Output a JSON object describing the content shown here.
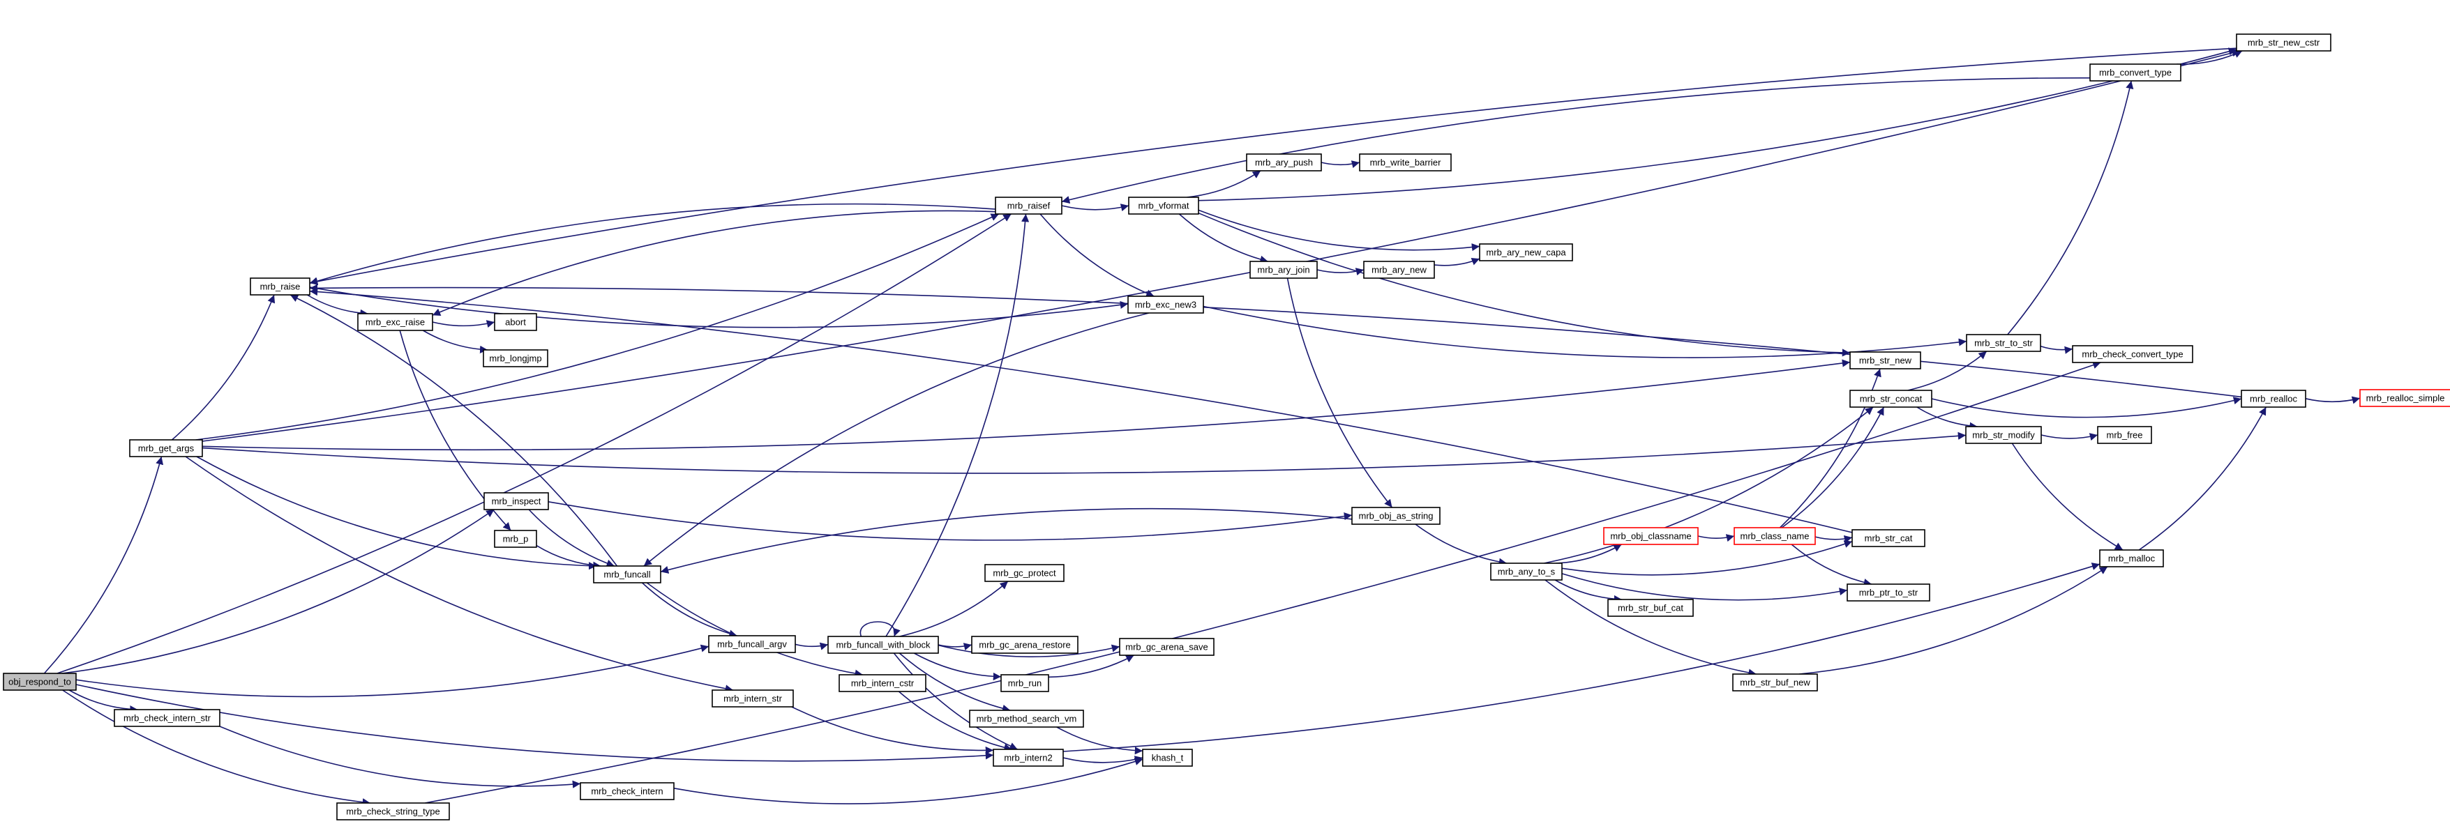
{
  "colors": {
    "edge": "#191970",
    "root_fill": "#bfbfbf",
    "truncated_border": "#ff0000",
    "node_border": "#000000"
  },
  "nodes": [
    {
      "id": "obj_respond_to",
      "label": "obj_respond_to",
      "root": true
    },
    {
      "id": "mrb_get_args",
      "label": "mrb_get_args"
    },
    {
      "id": "mrb_check_intern_str",
      "label": "mrb_check_intern_str"
    },
    {
      "id": "mrb_check_string_type",
      "label": "mrb_check_string_type"
    },
    {
      "id": "mrb_raise",
      "label": "mrb_raise"
    },
    {
      "id": "mrb_exc_raise",
      "label": "mrb_exc_raise"
    },
    {
      "id": "abort",
      "label": "abort"
    },
    {
      "id": "mrb_longjmp",
      "label": "mrb_longjmp"
    },
    {
      "id": "mrb_inspect",
      "label": "mrb_inspect"
    },
    {
      "id": "mrb_p",
      "label": "mrb_p"
    },
    {
      "id": "mrb_funcall",
      "label": "mrb_funcall"
    },
    {
      "id": "mrb_funcall_argv",
      "label": "mrb_funcall_argv"
    },
    {
      "id": "mrb_intern_str",
      "label": "mrb_intern_str"
    },
    {
      "id": "mrb_check_intern",
      "label": "mrb_check_intern"
    },
    {
      "id": "mrb_funcall_with_block",
      "label": "mrb_funcall_with_block"
    },
    {
      "id": "mrb_intern_cstr",
      "label": "mrb_intern_cstr"
    },
    {
      "id": "mrb_gc_protect",
      "label": "mrb_gc_protect"
    },
    {
      "id": "mrb_gc_arena_restore",
      "label": "mrb_gc_arena_restore"
    },
    {
      "id": "mrb_run",
      "label": "mrb_run"
    },
    {
      "id": "mrb_gc_arena_save",
      "label": "mrb_gc_arena_save"
    },
    {
      "id": "mrb_method_search_vm",
      "label": "mrb_method_search_vm"
    },
    {
      "id": "mrb_intern2",
      "label": "mrb_intern2"
    },
    {
      "id": "khash_t",
      "label": "khash_t"
    },
    {
      "id": "mrb_raisef",
      "label": "mrb_raisef"
    },
    {
      "id": "mrb_vformat",
      "label": "mrb_vformat"
    },
    {
      "id": "mrb_exc_new3",
      "label": "mrb_exc_new3"
    },
    {
      "id": "mrb_ary_push",
      "label": "mrb_ary_push"
    },
    {
      "id": "mrb_write_barrier",
      "label": "mrb_write_barrier"
    },
    {
      "id": "mrb_ary_join",
      "label": "mrb_ary_join"
    },
    {
      "id": "mrb_ary_new",
      "label": "mrb_ary_new"
    },
    {
      "id": "mrb_ary_new_capa",
      "label": "mrb_ary_new_capa"
    },
    {
      "id": "mrb_obj_as_string",
      "label": "mrb_obj_as_string"
    },
    {
      "id": "mrb_any_to_s",
      "label": "mrb_any_to_s"
    },
    {
      "id": "mrb_obj_classname",
      "label": "mrb_obj_classname",
      "truncated": true
    },
    {
      "id": "mrb_class_name",
      "label": "mrb_class_name",
      "truncated": true
    },
    {
      "id": "mrb_str_buf_cat",
      "label": "mrb_str_buf_cat"
    },
    {
      "id": "mrb_str_buf_new",
      "label": "mrb_str_buf_new"
    },
    {
      "id": "mrb_str_new",
      "label": "mrb_str_new"
    },
    {
      "id": "mrb_str_to_str",
      "label": "mrb_str_to_str"
    },
    {
      "id": "mrb_check_convert_type",
      "label": "mrb_check_convert_type"
    },
    {
      "id": "mrb_str_concat",
      "label": "mrb_str_concat"
    },
    {
      "id": "mrb_str_modify",
      "label": "mrb_str_modify"
    },
    {
      "id": "mrb_str_cat",
      "label": "mrb_str_cat"
    },
    {
      "id": "mrb_ptr_to_str",
      "label": "mrb_ptr_to_str"
    },
    {
      "id": "mrb_free",
      "label": "mrb_free"
    },
    {
      "id": "mrb_malloc",
      "label": "mrb_malloc"
    },
    {
      "id": "mrb_realloc",
      "label": "mrb_realloc"
    },
    {
      "id": "mrb_realloc_simple",
      "label": "mrb_realloc_simple",
      "truncated": true
    },
    {
      "id": "mrb_convert_type",
      "label": "mrb_convert_type"
    },
    {
      "id": "mrb_str_new_cstr",
      "label": "mrb_str_new_cstr"
    }
  ],
  "edges": [
    [
      "obj_respond_to",
      "mrb_get_args"
    ],
    [
      "obj_respond_to",
      "mrb_inspect"
    ],
    [
      "obj_respond_to",
      "mrb_funcall_argv"
    ],
    [
      "obj_respond_to",
      "mrb_check_intern_str"
    ],
    [
      "obj_respond_to",
      "mrb_intern2"
    ],
    [
      "obj_respond_to",
      "mrb_check_string_type"
    ],
    [
      "obj_respond_to",
      "mrb_raisef"
    ],
    [
      "mrb_get_args",
      "mrb_raise"
    ],
    [
      "mrb_get_args",
      "mrb_raisef"
    ],
    [
      "mrb_get_args",
      "mrb_str_new_cstr"
    ],
    [
      "mrb_get_args",
      "mrb_str_new"
    ],
    [
      "mrb_get_args",
      "mrb_str_modify"
    ],
    [
      "mrb_get_args",
      "mrb_funcall"
    ],
    [
      "mrb_get_args",
      "mrb_intern_str"
    ],
    [
      "mrb_raise",
      "mrb_exc_raise"
    ],
    [
      "mrb_raise",
      "mrb_exc_new3"
    ],
    [
      "mrb_exc_raise",
      "abort"
    ],
    [
      "mrb_exc_raise",
      "mrb_longjmp"
    ],
    [
      "mrb_exc_raise",
      "mrb_p"
    ],
    [
      "mrb_inspect",
      "mrb_funcall"
    ],
    [
      "mrb_inspect",
      "mrb_obj_as_string"
    ],
    [
      "mrb_p",
      "mrb_funcall"
    ],
    [
      "mrb_funcall",
      "mrb_raise"
    ],
    [
      "mrb_funcall",
      "mrb_funcall_argv"
    ],
    [
      "mrb_funcall",
      "mrb_intern_cstr"
    ],
    [
      "mrb_funcall_argv",
      "mrb_funcall_with_block"
    ],
    [
      "mrb_funcall_with_block",
      "mrb_funcall_with_block"
    ],
    [
      "mrb_funcall_with_block",
      "mrb_raisef"
    ],
    [
      "mrb_funcall_with_block",
      "mrb_gc_protect"
    ],
    [
      "mrb_funcall_with_block",
      "mrb_gc_arena_restore"
    ],
    [
      "mrb_funcall_with_block",
      "mrb_gc_arena_save"
    ],
    [
      "mrb_funcall_with_block",
      "mrb_run"
    ],
    [
      "mrb_funcall_with_block",
      "mrb_method_search_vm"
    ],
    [
      "mrb_funcall_with_block",
      "mrb_intern2"
    ],
    [
      "mrb_run",
      "mrb_gc_arena_save"
    ],
    [
      "mrb_method_search_vm",
      "khash_t"
    ],
    [
      "mrb_intern_str",
      "mrb_intern2"
    ],
    [
      "mrb_intern_cstr",
      "mrb_intern2"
    ],
    [
      "mrb_intern2",
      "khash_t"
    ],
    [
      "mrb_intern2",
      "mrb_malloc"
    ],
    [
      "mrb_check_intern_str",
      "mrb_check_intern"
    ],
    [
      "mrb_check_intern",
      "khash_t"
    ],
    [
      "mrb_check_string_type",
      "mrb_check_convert_type"
    ],
    [
      "mrb_raisef",
      "mrb_vformat"
    ],
    [
      "mrb_raisef",
      "mrb_exc_new3"
    ],
    [
      "mrb_raisef",
      "mrb_exc_raise"
    ],
    [
      "mrb_raisef",
      "mrb_raise"
    ],
    [
      "mrb_vformat",
      "mrb_ary_push"
    ],
    [
      "mrb_vformat",
      "mrb_ary_join"
    ],
    [
      "mrb_vformat",
      "mrb_ary_new_capa"
    ],
    [
      "mrb_vformat",
      "mrb_str_new"
    ],
    [
      "mrb_vformat",
      "mrb_str_new_cstr"
    ],
    [
      "mrb_ary_push",
      "mrb_write_barrier"
    ],
    [
      "mrb_ary_join",
      "mrb_ary_new"
    ],
    [
      "mrb_ary_join",
      "mrb_obj_as_string"
    ],
    [
      "mrb_ary_new",
      "mrb_ary_new_capa"
    ],
    [
      "mrb_exc_new3",
      "mrb_funcall"
    ],
    [
      "mrb_exc_new3",
      "mrb_str_to_str"
    ],
    [
      "mrb_obj_as_string",
      "mrb_funcall"
    ],
    [
      "mrb_obj_as_string",
      "mrb_any_to_s"
    ],
    [
      "mrb_any_to_s",
      "mrb_obj_classname"
    ],
    [
      "mrb_any_to_s",
      "mrb_str_buf_cat"
    ],
    [
      "mrb_any_to_s",
      "mrb_str_buf_new"
    ],
    [
      "mrb_any_to_s",
      "mrb_str_concat"
    ],
    [
      "mrb_any_to_s",
      "mrb_str_cat"
    ],
    [
      "mrb_any_to_s",
      "mrb_ptr_to_str"
    ],
    [
      "mrb_obj_classname",
      "mrb_class_name"
    ],
    [
      "mrb_class_name",
      "mrb_str_new"
    ],
    [
      "mrb_class_name",
      "mrb_str_cat"
    ],
    [
      "mrb_class_name",
      "mrb_ptr_to_str"
    ],
    [
      "mrb_class_name",
      "mrb_str_concat"
    ],
    [
      "mrb_str_buf_new",
      "mrb_malloc"
    ],
    [
      "mrb_str_concat",
      "mrb_str_to_str"
    ],
    [
      "mrb_str_concat",
      "mrb_str_modify"
    ],
    [
      "mrb_str_concat",
      "mrb_realloc"
    ],
    [
      "mrb_str_to_str",
      "mrb_check_convert_type"
    ],
    [
      "mrb_str_to_str",
      "mrb_convert_type"
    ],
    [
      "mrb_str_modify",
      "mrb_free"
    ],
    [
      "mrb_str_modify",
      "mrb_malloc"
    ],
    [
      "mrb_str_cat",
      "mrb_raise"
    ],
    [
      "mrb_malloc",
      "mrb_realloc"
    ],
    [
      "mrb_realloc",
      "mrb_realloc_simple"
    ],
    [
      "mrb_realloc",
      "mrb_raise"
    ],
    [
      "mrb_convert_type",
      "mrb_raisef"
    ],
    [
      "mrb_convert_type",
      "mrb_str_new_cstr"
    ],
    [
      "mrb_str_new_cstr",
      "mrb_raise"
    ]
  ]
}
